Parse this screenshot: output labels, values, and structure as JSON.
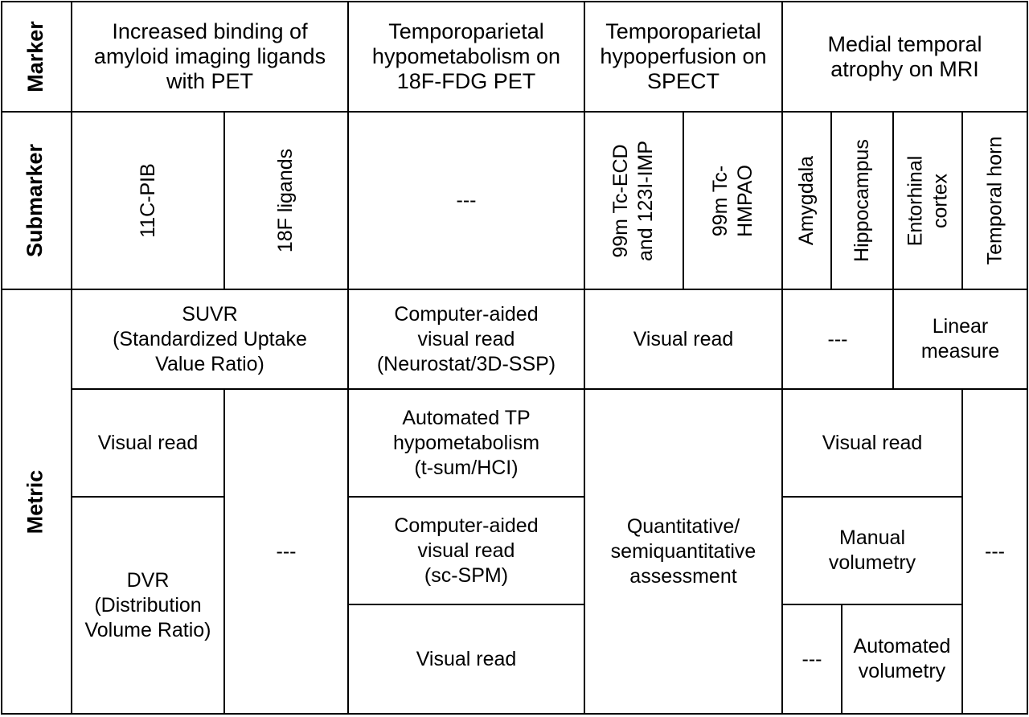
{
  "row_headers": {
    "marker": "Marker",
    "submarker": "Submarker",
    "metric": "Metric"
  },
  "markers": {
    "amyloid": "Increased binding of\namyloid imaging ligands\nwith PET",
    "fdg": "Temporoparietal\nhypometabolism on\n18F-FDG PET",
    "spect": "Temporoparietal\nhypoperfusion on\nSPECT",
    "mri": "Medial temporal\natrophy on MRI"
  },
  "submarkers": {
    "pib": "11C-PIB",
    "f18": "18F ligands",
    "fdg_none": "---",
    "ecd": "99m Tc-ECD\nand 123I-IMP",
    "hmpao": "99m Tc-\nHMPAO",
    "amygdala": "Amygdala",
    "hippocampus": "Hippocampus",
    "entorhinal": "Entorhinal\ncortex",
    "temporal_horn": "Temporal horn"
  },
  "metrics": {
    "suvr": "SUVR\n(Standardized Uptake\nValue Ratio)",
    "amyloid_visual": "Visual read",
    "dvr": "DVR\n(Distribution\nVolume Ratio)",
    "f18_none": "---",
    "fdg_neurostat": "Computer-aided\nvisual read\n(Neurostat/3D-SSP)",
    "fdg_automated": "Automated TP\nhypometabolism\n(t-sum/HCI)",
    "fdg_scspm": "Computer-aided\nvisual read\n(sc-SPM)",
    "fdg_visual": "Visual read",
    "spect_visual": "Visual read",
    "spect_quant": "Quantitative/\nsemiquantitative\nassessment",
    "mri_none_top": "---",
    "mri_linear": "Linear\nmeasure",
    "mri_visual": "Visual read",
    "mri_manual": "Manual\nvolumetry",
    "mri_none_bottom": "---",
    "mri_automated": "Automated\nvolumetry",
    "mri_horn_none": "---"
  }
}
